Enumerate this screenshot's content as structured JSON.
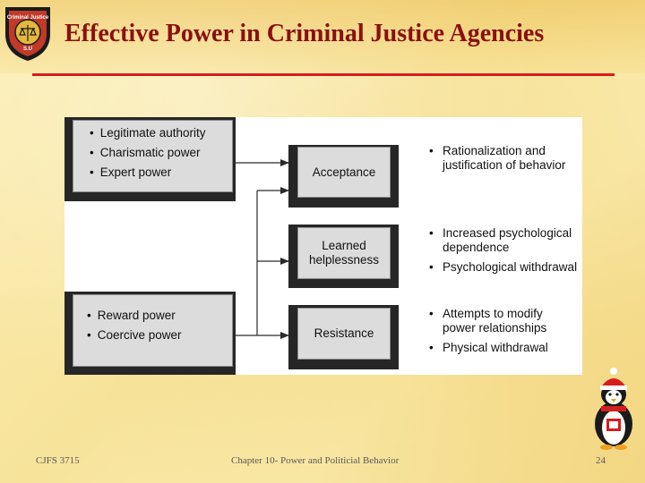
{
  "slide": {
    "title": "Effective Power in Criminal Justice Agencies",
    "logo_text": "Criminal Justice",
    "logo_letters": "S.U",
    "colors": {
      "title": "#8a1010",
      "rule": "#d41e1e",
      "box_face": "#dcdcdc",
      "box_shadow": "#262626"
    }
  },
  "diagram": {
    "sources": [
      {
        "items": [
          "Legitimate authority",
          "Charismatic power",
          "Expert power"
        ]
      },
      {
        "items": [
          "Reward power",
          "Coercive power"
        ]
      }
    ],
    "outcomes": [
      {
        "label": "Acceptance",
        "effects": [
          "Rationalization and\njustification of behavior"
        ]
      },
      {
        "label": "Learned\nhelplessness",
        "effects": [
          "Increased psychological\ndependence",
          "Psychological withdrawal"
        ]
      },
      {
        "label": "Resistance",
        "effects": [
          "Attempts to modify\npower relationships",
          "Physical withdrawal"
        ]
      }
    ]
  },
  "footer": {
    "course": "CJFS 3715",
    "chapter": "Chapter 10- Power and Politicial Behavior",
    "page": "24"
  }
}
